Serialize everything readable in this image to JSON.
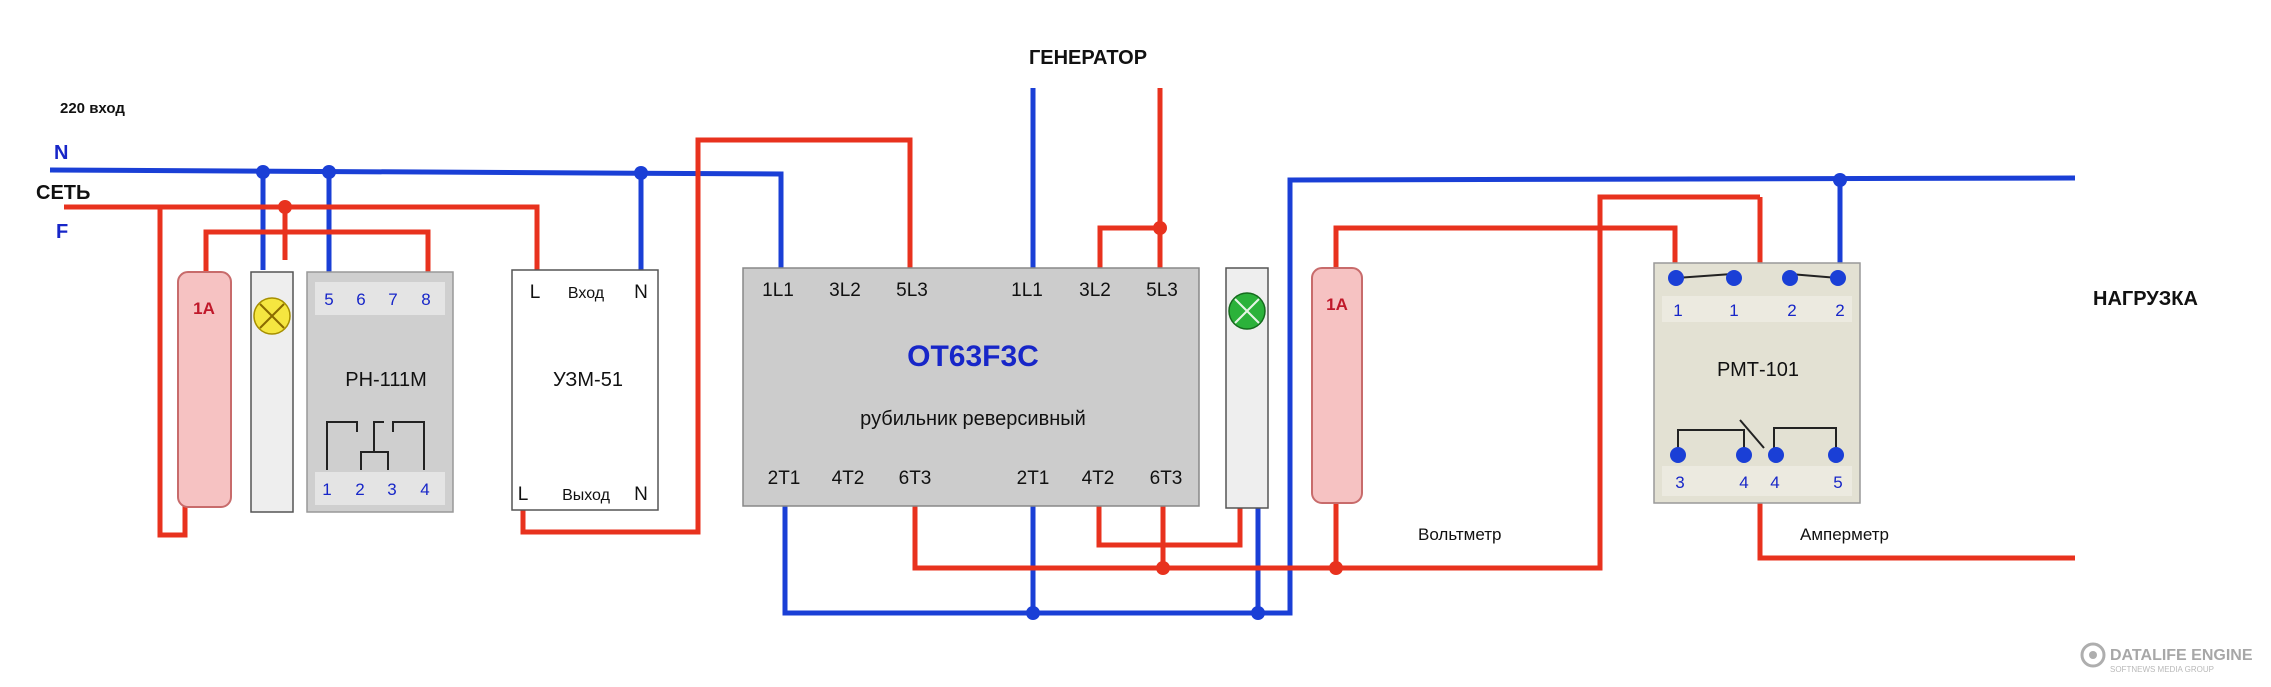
{
  "labels": {
    "input_220": "220 вход",
    "n": "N",
    "set": "СЕТЬ",
    "f": "F",
    "generator": "ГЕНЕРАТОР",
    "load": "НАГРУЗКА",
    "voltmeter": "Вольтметр",
    "ammeter": "Амперметр"
  },
  "breaker_left": {
    "label": "1A"
  },
  "breaker_right": {
    "label": "1A"
  },
  "rn111m": {
    "name": "РН-111М",
    "top_terminals": [
      "5",
      "6",
      "7",
      "8"
    ],
    "bottom_terminals": [
      "1",
      "2",
      "3",
      "4"
    ]
  },
  "uzm51": {
    "name": "УЗМ-51",
    "top_left": "L",
    "top_mid": "Вход",
    "top_right": "N",
    "bot_left": "L",
    "bot_mid": "Выход",
    "bot_right": "N"
  },
  "switch": {
    "name": "OT63F3C",
    "subtitle": "рубильник реверсивный",
    "top_terminals": [
      "1L1",
      "3L2",
      "5L3",
      "1L1",
      "3L2",
      "5L3"
    ],
    "bottom_terminals": [
      "2T1",
      "4T2",
      "6T3",
      "2T1",
      "4T2",
      "6T3"
    ]
  },
  "rmt101": {
    "name": "РМТ-101",
    "top_terminals": [
      "1",
      "1",
      "2",
      "2"
    ],
    "bottom_terminals": [
      "3",
      "4",
      "4",
      "5"
    ]
  },
  "watermark": {
    "title": "DATALIFE ENGINE",
    "subtitle": "SOFTNEWS MEDIA GROUP"
  },
  "colors": {
    "neutral_wire": "#1a3fd6",
    "phase_wire": "#e8321e",
    "accent_text": "#1726c8"
  }
}
